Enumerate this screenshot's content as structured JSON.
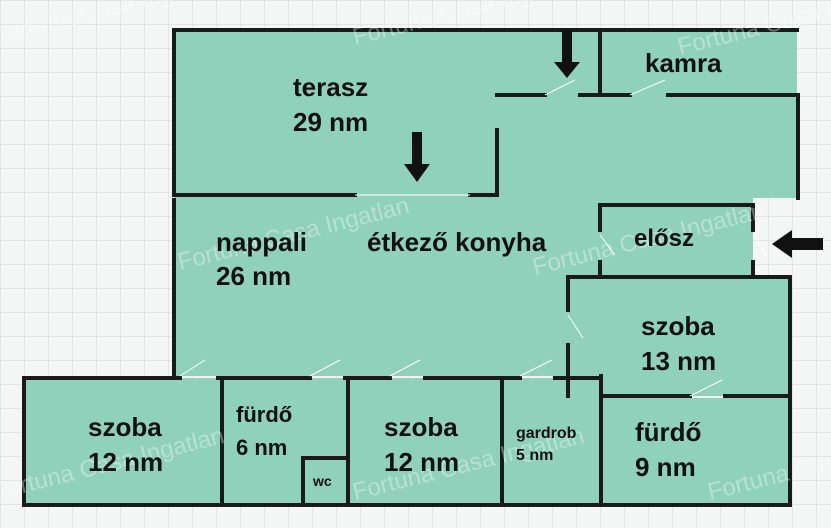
{
  "colors": {
    "room_fill": "#90d1bc",
    "wall": "#1a1a1a",
    "door_swing": "#ffffff",
    "arrow": "#111111"
  },
  "watermark": "Fortuna Casa Ingatlan",
  "rooms": {
    "terasz": {
      "name": "terasz",
      "area": "29 nm"
    },
    "kamra": {
      "name": "kamra"
    },
    "nappali": {
      "name": "nappali",
      "area": "26 nm"
    },
    "etkezo": {
      "name": "étkező konyha"
    },
    "eloszoba": {
      "name": "elősz"
    },
    "szoba_right": {
      "name": "szoba",
      "area": "13 nm"
    },
    "szoba_left": {
      "name": "szoba",
      "area": "12 nm"
    },
    "furdo_small": {
      "name": "fürdő",
      "area": "6 nm"
    },
    "wc": {
      "name": "wc"
    },
    "szoba_mid": {
      "name": "szoba",
      "area": "12 nm"
    },
    "gardrob": {
      "name": "gardrob",
      "area": "5 nm"
    },
    "furdo_right": {
      "name": "fürdő",
      "area": "9 nm"
    }
  },
  "icons": {
    "entrance": "arrow-left-icon",
    "terrace_doors": "arrow-down-icon"
  }
}
